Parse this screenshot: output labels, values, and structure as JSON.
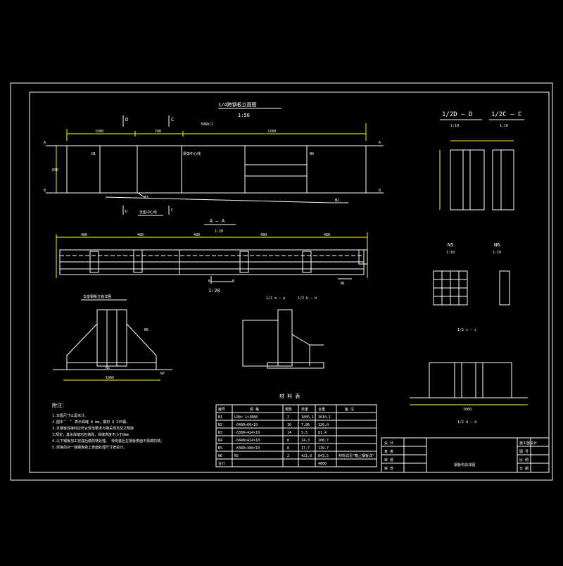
{
  "drawing": {
    "colors": {
      "background": "#000000",
      "line": "#ffffff",
      "dim": "#ffff00",
      "hidden": "#00ff00"
    },
    "elevation": {
      "title": "1/4跨钢板立面图",
      "scale": "1:50",
      "sec_d": "D",
      "sec_c": "C",
      "sec_a": "A",
      "sec_b": "B",
      "dims": [
        "1580",
        "780",
        "3280",
        "3980/2"
      ],
      "h_dim": "650",
      "notes": [
        "支座中心线",
        "梁体中心线",
        "N1",
        "N2",
        "N3",
        "N4"
      ]
    },
    "section_aa": {
      "title": "A — A",
      "scale": "1:20",
      "sec_b": "B",
      "tag": "N1",
      "dims": [
        "480",
        "480",
        "480",
        "480",
        "480"
      ]
    },
    "section_bb": {
      "title": "B — B",
      "scale": "1:20"
    },
    "support_detail": {
      "title": "支座钢板立面详图",
      "labels": [
        "N5",
        "N6",
        "N7"
      ],
      "dim": "1060"
    },
    "section_a": {
      "title": "1/2 a — a",
      "title2": "1/2 b — b"
    },
    "section_d": {
      "title": "1/2D — D",
      "scale": "1:10"
    },
    "section_c": {
      "title": "1/2C — C",
      "scale": "1:10"
    },
    "n5": {
      "title": "N5",
      "scale": "1:10"
    },
    "n6": {
      "title": "N6",
      "scale": "1:10"
    },
    "section_cc": {
      "title": "1/2 c — c",
      "title2": "1/2 d — d",
      "dim": "1060"
    },
    "notes": {
      "heading": "附注：",
      "lines": [
        "1.本图尺寸以毫米计。",
        "2.图中＂ ＂ 表示焊缝 8 mm，钢材 Q 235钢。",
        "3.本钢板焊接时应符合规范要求与相关规范及文明施",
        "  工规定，其余焊缝均应满焊，焊缝高度不小于8mm",
        "4.以下钢板加工完成后做防锈处理。        待安装后在钢板表面不再做防锈。",
        "5.焊接前对一端钢板做上表面处理尺寸按设计。"
      ]
    },
    "materials": {
      "title": "材 料 表",
      "headers": [
        "编号",
        "规 格",
        "根数",
        "单重",
        "合重",
        "备 注"
      ],
      "rows": [
        [
          "N1",
          "L80× 1×3880",
          "2",
          "1805.1",
          "3610.1",
          ""
        ],
        [
          "N2",
          "-δ480×60×10",
          "16",
          "7.86",
          "126.0",
          ""
        ],
        [
          "N3",
          "-δ380×424×10",
          "14",
          "5.5",
          "81.4",
          ""
        ],
        [
          "N4",
          "-δ440×424×10",
          "8",
          "14.3",
          "108.7",
          ""
        ],
        [
          "N5",
          "-δ380×380×10",
          "8",
          "17.7",
          "139.7",
          ""
        ],
        [
          "N6",
          "N5",
          "2",
          "421.8",
          "843.5",
          "材料详见“箱上钢板详”"
        ],
        [
          "合计",
          "",
          "",
          "",
          "4860",
          ""
        ]
      ]
    },
    "title_block": {
      "left": [
        "设 计",
        "复 核",
        "审 核",
        "审 查"
      ],
      "drawing_name": "钢板构造详图",
      "project": "施工图设计",
      "right": [
        "图 号",
        "比 例",
        "日 期"
      ]
    }
  }
}
